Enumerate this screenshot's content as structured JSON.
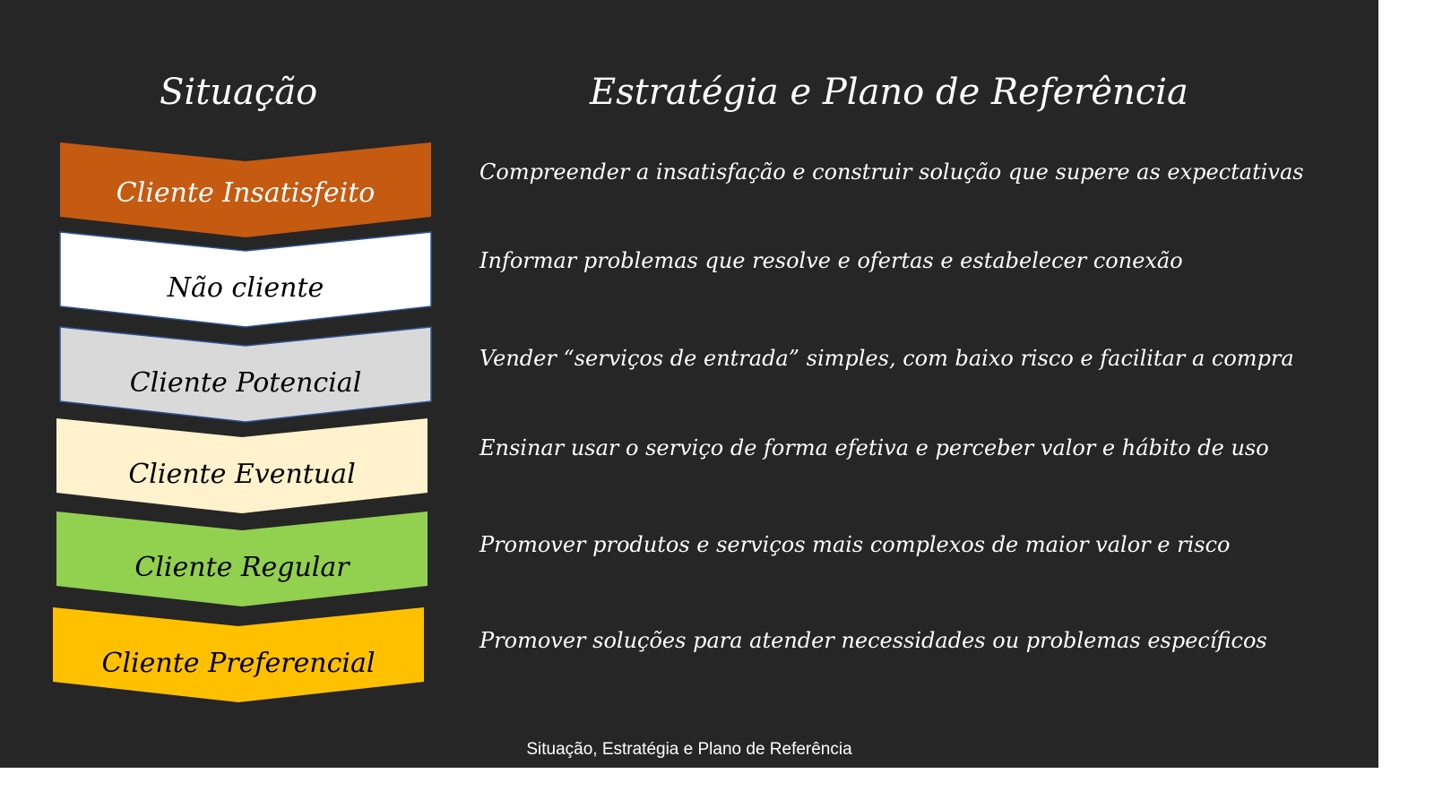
{
  "headers": {
    "situation": "Situação",
    "strategy": "Estratégia e Plano de Referência"
  },
  "stages": [
    {
      "label": "Cliente Insatisfeito",
      "fill": "#C55A11",
      "text_color": "#FFFFFF",
      "strategy": "Compreender a insatisfação e construir solução que supere as expectativas"
    },
    {
      "label": "Não cliente",
      "fill": "#FFFFFF",
      "text_color": "#000000",
      "strategy": "Informar problemas que resolve e  ofertas e estabelecer conexão"
    },
    {
      "label": "Cliente Potencial",
      "fill": "#D9D9D9",
      "text_color": "#000000",
      "strategy": "Vender “serviços de entrada” simples, com  baixo risco e facilitar a compra"
    },
    {
      "label": "Cliente Eventual",
      "fill": "#FFF2CC",
      "text_color": "#000000",
      "strategy": "Ensinar usar o serviço de forma efetiva e perceber valor e hábito de uso"
    },
    {
      "label": "Cliente Regular",
      "fill": "#92D050",
      "text_color": "#000000",
      "strategy": "Promover  produtos e serviços  mais complexos de maior valor e risco"
    },
    {
      "label": "Cliente Preferencial",
      "fill": "#FFC000",
      "text_color": "#000000",
      "strategy": "Promover soluções para atender necessidades ou problemas específicos"
    }
  ],
  "footer": "Situação, Estratégia e Plano de Referência"
}
